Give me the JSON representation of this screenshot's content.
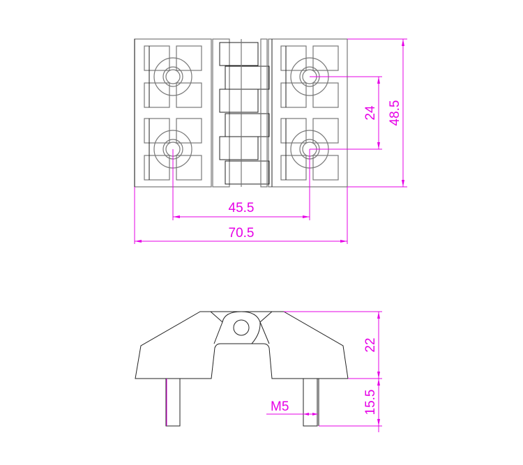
{
  "drawing": {
    "title": "Hinge dimension drawing",
    "dimension_color": "#e600e6",
    "line_color": "#222222",
    "top_view": {
      "hole_spacing_horizontal": "45.5",
      "overall_width": "70.5",
      "hole_spacing_vertical": "24",
      "overall_height": "48.5"
    },
    "side_view": {
      "body_height": "22",
      "stud_length": "15.5",
      "thread": "M5"
    }
  }
}
